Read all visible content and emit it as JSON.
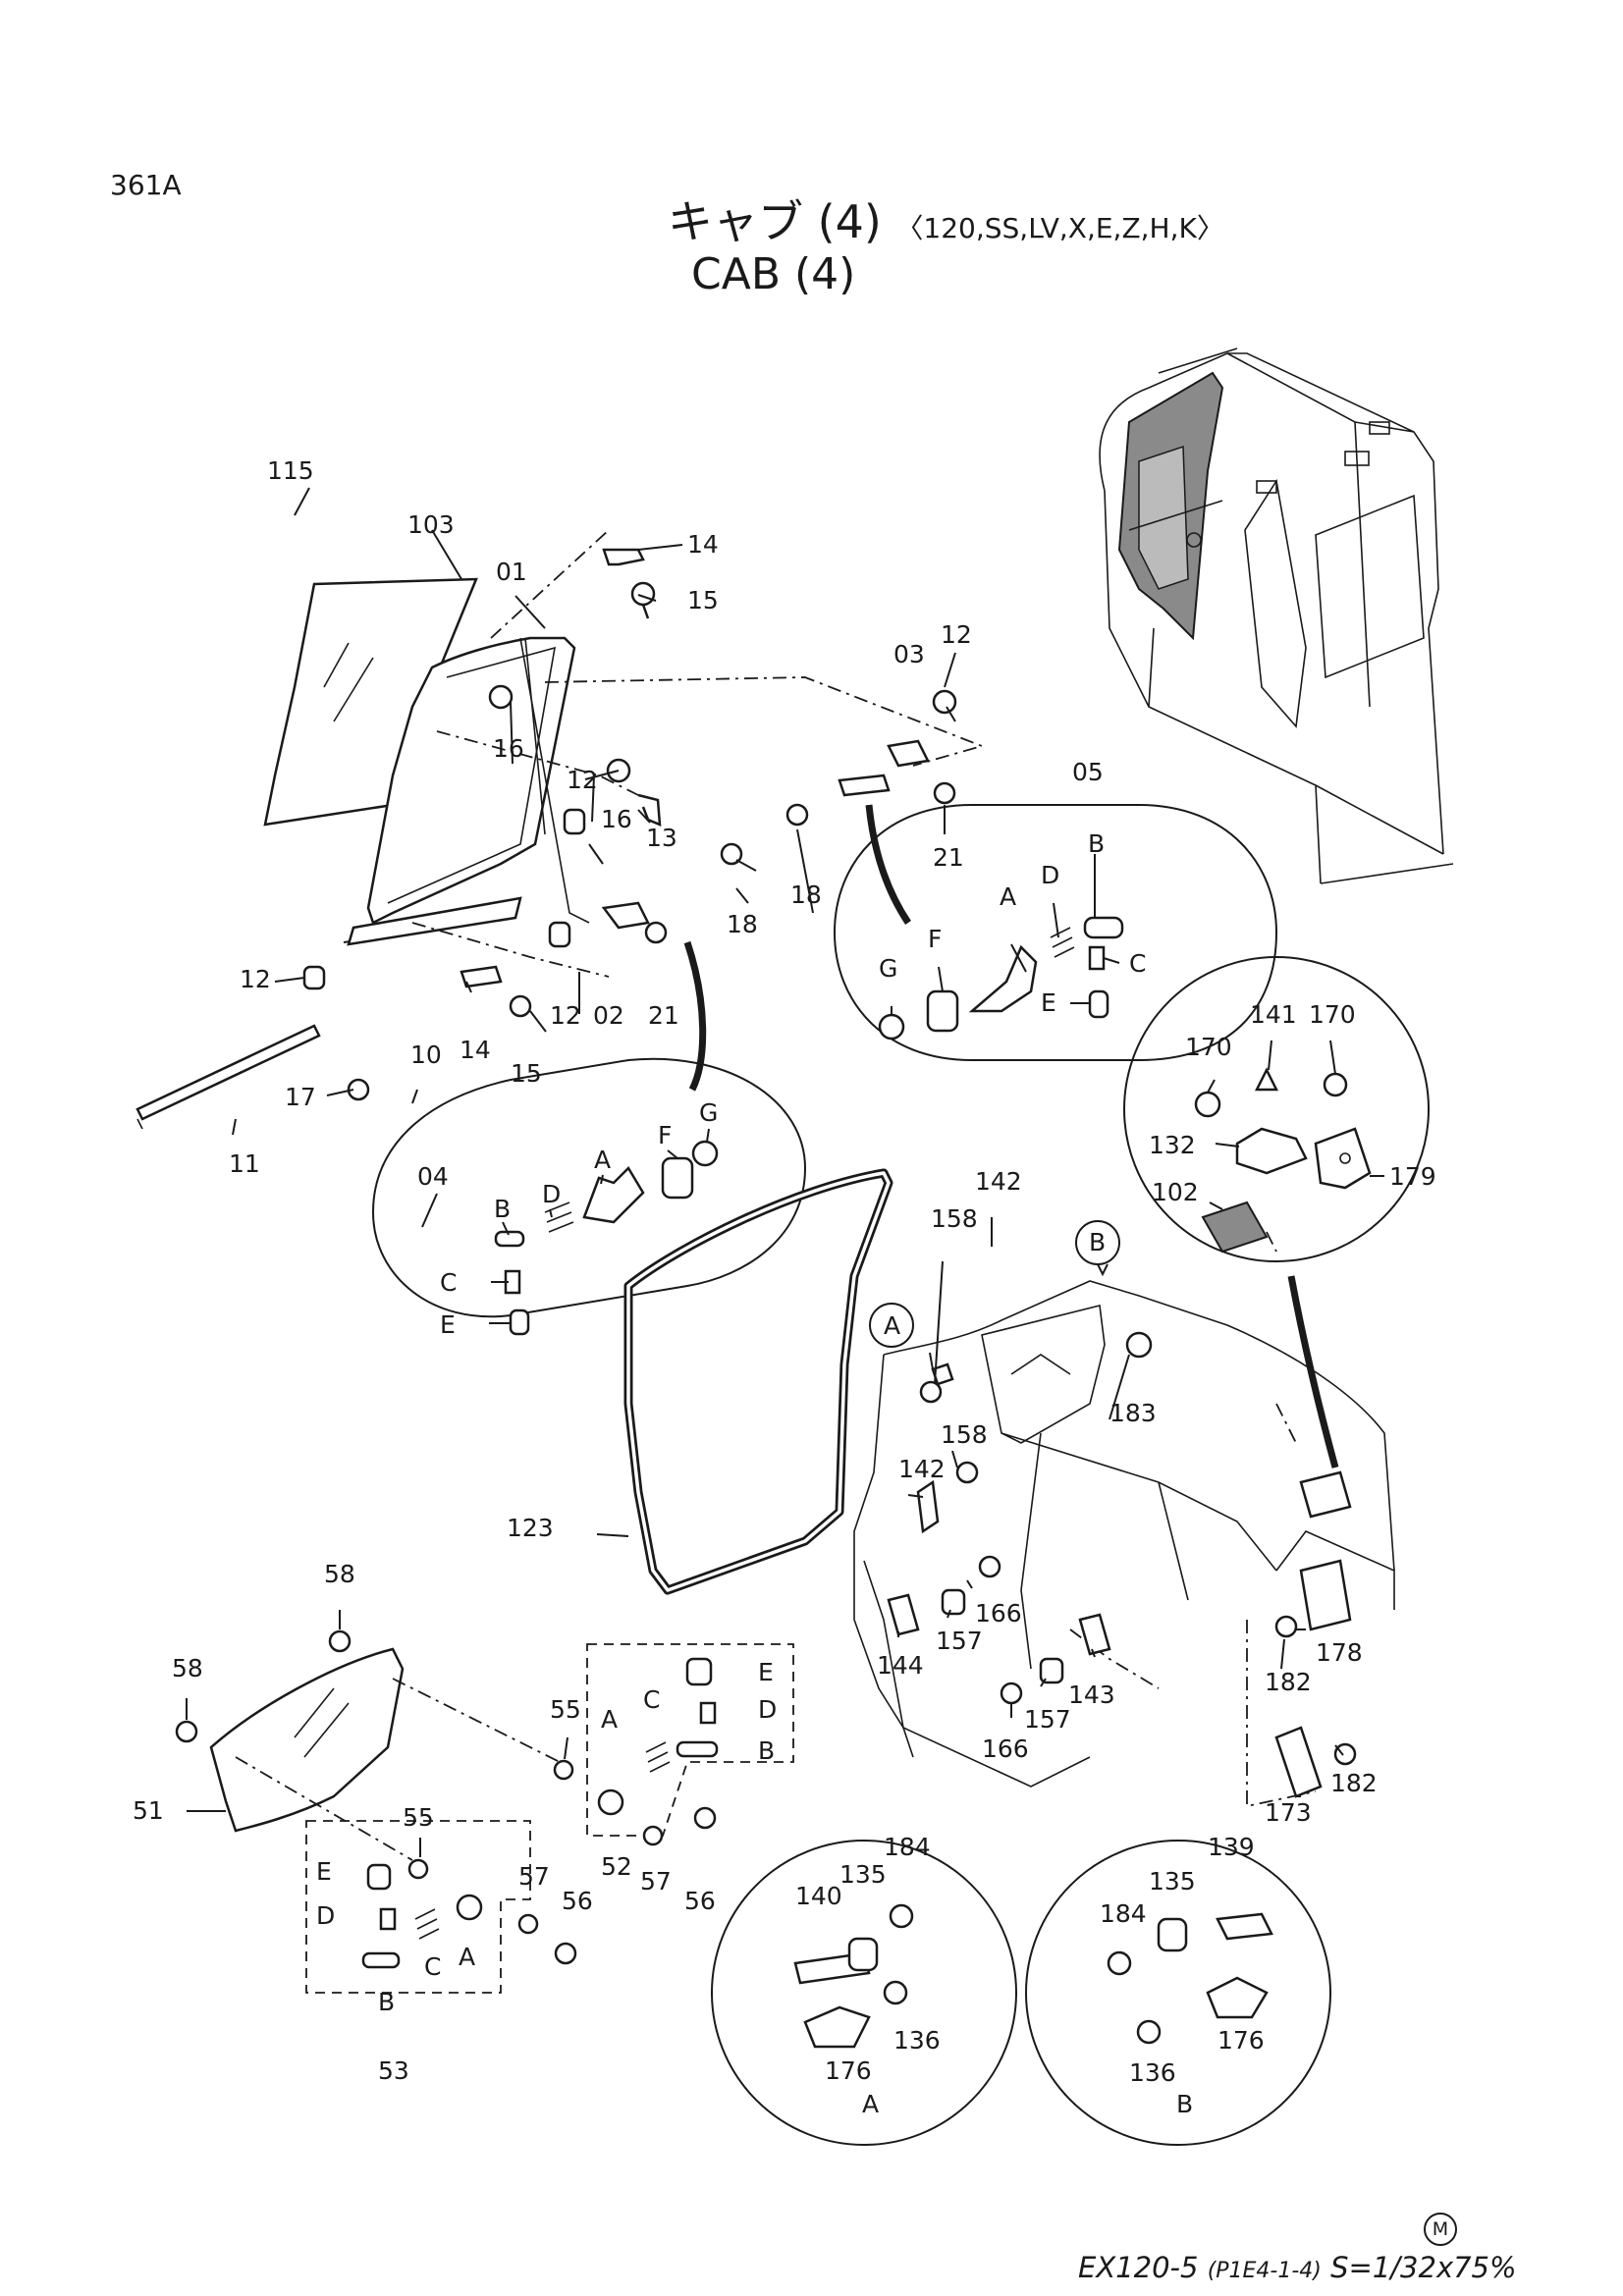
{
  "header": {
    "page_code": "361A",
    "title_jp": "キャブ (4)",
    "title_variants": "〈120,SS,LV,X,E,Z,H,K〉",
    "title_en": "CAB (4)"
  },
  "footer": {
    "model": "EX120-5",
    "page_ref": "(P1E4-1-4)",
    "scale": "S=1/32x75%",
    "mark": "M"
  },
  "labels": {
    "l115": "115",
    "l103": "103",
    "l01": "01",
    "l14a": "14",
    "l15a": "15",
    "l16a": "16",
    "l12a": "12",
    "l16b": "16",
    "l13": "13",
    "l18a": "18",
    "l12b": "12",
    "l12c": "12",
    "l02": "02",
    "l21a": "21",
    "l10": "10",
    "l14b": "14",
    "l15b": "15",
    "l17": "17",
    "l11": "11",
    "l03": "03",
    "l12d": "12",
    "l21b": "21",
    "l18b": "18",
    "l05": "05",
    "c05_B": "B",
    "c05_D": "D",
    "c05_A": "A",
    "c05_F": "F",
    "c05_G": "G",
    "c05_C": "C",
    "c05_E": "E",
    "l04": "04",
    "c04_B": "B",
    "c04_D": "D",
    "c04_A": "A",
    "c04_F": "F",
    "c04_G": "G",
    "c04_C": "C",
    "c04_E": "E",
    "l141": "141",
    "l170a": "170",
    "l170b": "170",
    "l132": "132",
    "l179": "179",
    "l102": "102",
    "l142a": "142",
    "l158a": "158",
    "callB": "B",
    "callA": "A",
    "l183": "183",
    "l123": "123",
    "l158b": "158",
    "l142b": "142",
    "l166a": "166",
    "l157a": "157",
    "l144": "144",
    "l143": "143",
    "l157b": "157",
    "l166b": "166",
    "l178": "178",
    "l182a": "182",
    "l173": "173",
    "l182b": "182",
    "l58a": "58",
    "l58b": "58",
    "l51": "51",
    "l55a": "55",
    "l55b": "55",
    "b52_E": "E",
    "b52_C": "C",
    "b52_D": "D",
    "b52_A": "A",
    "b52_B": "B",
    "l52": "52",
    "l57a": "57",
    "l56a": "56",
    "b53_E": "E",
    "b53_D": "D",
    "b53_C": "C",
    "b53_A": "A",
    "b53_B": "B",
    "l57b": "57",
    "l56b": "56",
    "l53": "53",
    "dA_184": "184",
    "dA_135": "135",
    "dA_140": "140",
    "dA_136": "136",
    "dA_176": "176",
    "dA_label": "A",
    "dB_139": "139",
    "dB_135": "135",
    "dB_184": "184",
    "dB_136": "136",
    "dB_176": "176",
    "dB_label": "B"
  }
}
